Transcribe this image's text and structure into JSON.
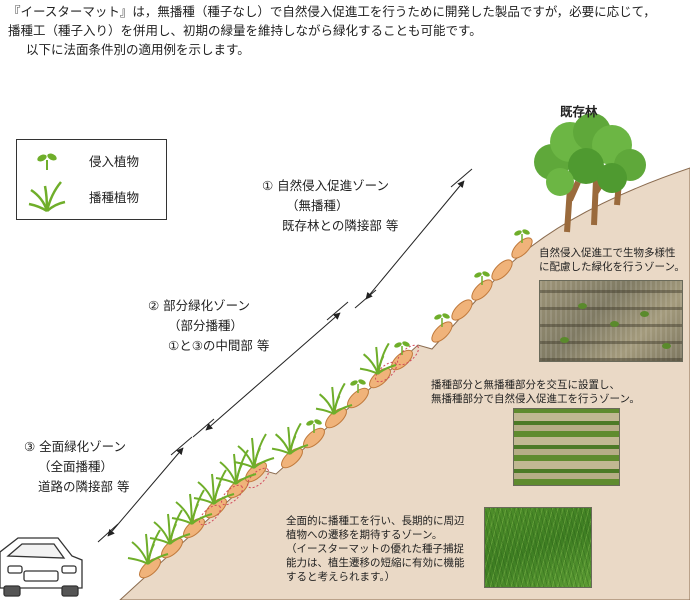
{
  "intro": {
    "line1": "『イースターマット』は，無播種（種子なし）で自然侵入促進工を行うために開発した製品ですが，必要に応じて，",
    "line2": "播種工（種子入り）を併用し、初期の緑量を維持しながら緑化することも可能です。",
    "line3": "以下に法面条件別の適用例を示します。"
  },
  "legend": {
    "invading": "侵入植物",
    "seeded": "播種植物"
  },
  "forest_label": "既存林",
  "zones": [
    {
      "title": "① 自然侵入促進ゾーン",
      "sub": "（無播種）",
      "place": "既存林との隣接部 等"
    },
    {
      "title": "② 部分緑化ゾーン",
      "sub": "（部分播種）",
      "place": "①と③の中間部 等"
    },
    {
      "title": "③ 全面緑化ゾーン",
      "sub": "（全面播種）",
      "place": "道路の隣接部 等"
    }
  ],
  "descriptions": {
    "natural": [
      "自然侵入促進工で生物多様性",
      "に配慮した緑化を行うゾーン。"
    ],
    "partial": [
      "播種部分と無播種部分を交互に設置し、",
      "無播種部分で自然侵入促進工を行うゾーン。"
    ],
    "full": [
      "全面的に播種工を行い、長期的に周辺",
      "植物への遷移を期待するゾーン。",
      "（イースターマットの優れた種子捕捉",
      "能力は、植生遷移の短縮に有効に機能",
      "すると考えられます。）"
    ]
  },
  "colors": {
    "slope": "#ead9c6",
    "mat": "#f0b37a",
    "grass": "#6fae2a",
    "tree": "#5fa83a",
    "trunk": "#9a6a3c"
  },
  "icons": [
    "sprout-icon",
    "grass-icon",
    "tree-icon",
    "car-icon",
    "double-arrow-icon"
  ]
}
